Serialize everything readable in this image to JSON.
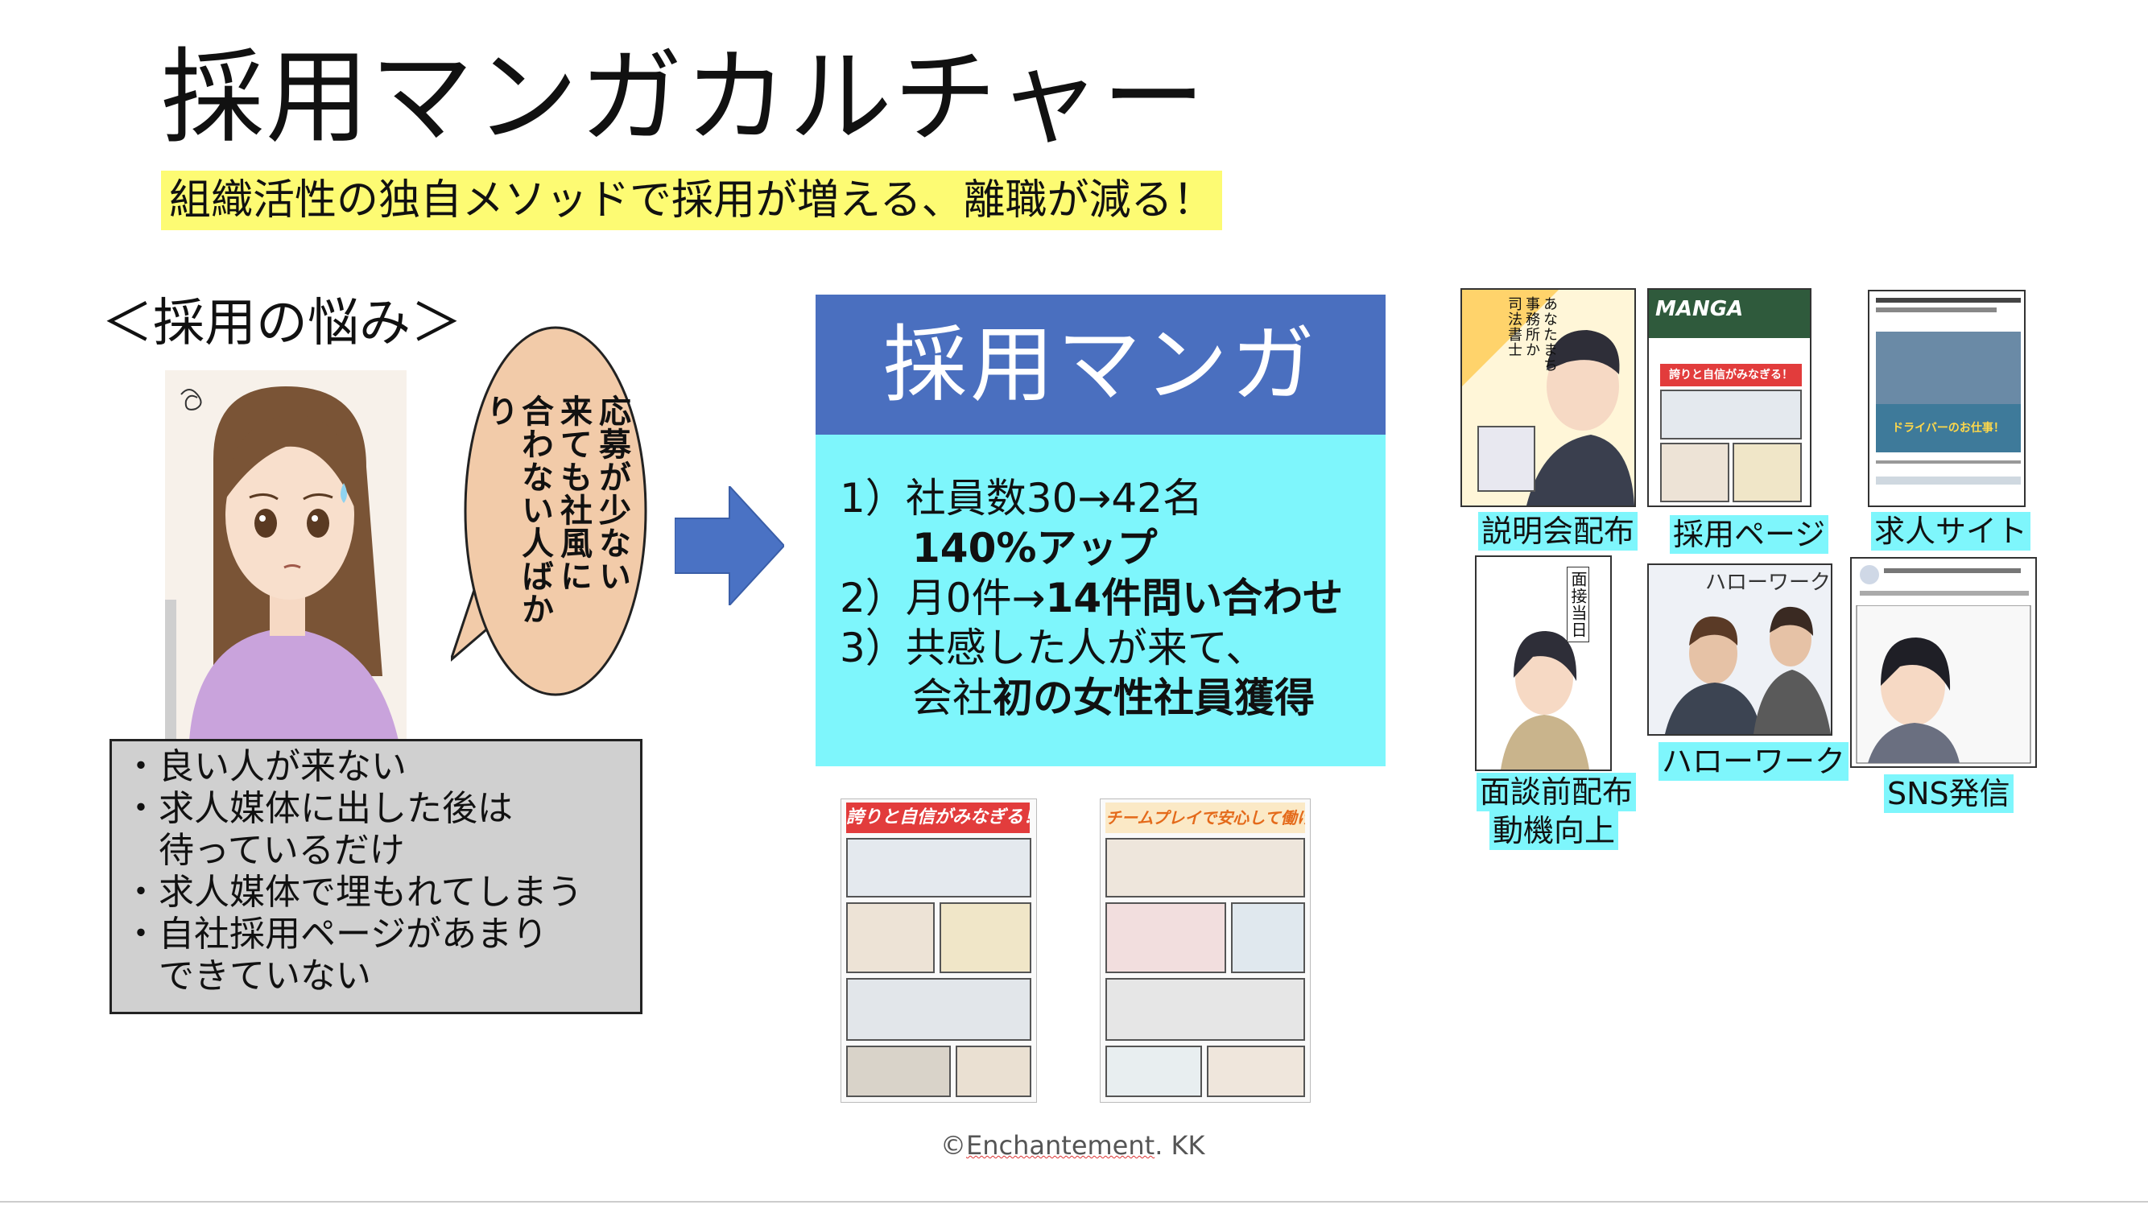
{
  "slide": {
    "title": "採用マンガカルチャー",
    "subtitle": "組織活性の独自メソッドで採用が増える、離職が減る！"
  },
  "worries": {
    "heading": "＜採用の悩み＞",
    "speech_bubble": [
      "応募が少ない",
      "来ても社風に",
      "合わない人ばかり"
    ],
    "list": [
      "・良い人が来ない",
      "・求人媒体に出した後は",
      "　待っているだけ",
      "・求人媒体で埋もれてしまう",
      "・自社採用ページがあまり",
      "　できていない"
    ]
  },
  "manga": {
    "heading": "採用マンガ",
    "result1_line1": "1）社員数30→42名",
    "result1_line2": "140%アップ",
    "result2_prefix": "2）月0件→",
    "result2_bold": "14件問い合わせ",
    "result3_line1": "3）共感した人が来て、",
    "result3_prefix": "会社",
    "result3_bold": "初の女性社員獲得",
    "sample1_banner": "誇りと自信がみなぎる！",
    "sample2_banner": "チームプレイで安心して働ける！"
  },
  "usage": {
    "thumb1_text": [
      "あなたまち",
      "事務所か",
      "司法書士"
    ],
    "thumb2_header": "MANGA",
    "thumb2_banner": "誇りと自信がみなぎる！",
    "thumb3_banner": "ドライバーのお仕事！",
    "thumb4_text": [
      "面接当日"
    ],
    "thumb5_sign": "ハローワーク",
    "caption1": "説明会配布",
    "caption2": "採用ページ",
    "caption3": "求人サイト",
    "caption4_line1": "面談前配布",
    "caption4_line2": "動機向上",
    "caption5": "ハローワーク",
    "caption6": "SNS発信"
  },
  "footer": {
    "copyright_symbol": "©",
    "copyright_name": "Enchantement",
    "copyright_suffix": ". KK"
  },
  "colors": {
    "title_highlight": "#fdfb73",
    "manga_header": "#4a6fbf",
    "manga_body": "#7ef6fc",
    "caption_bg": "#7ef6fc",
    "arrow": "#4a72c4",
    "worry_box": "#d0d0d0",
    "bubble_fill": "#f2cba9"
  }
}
